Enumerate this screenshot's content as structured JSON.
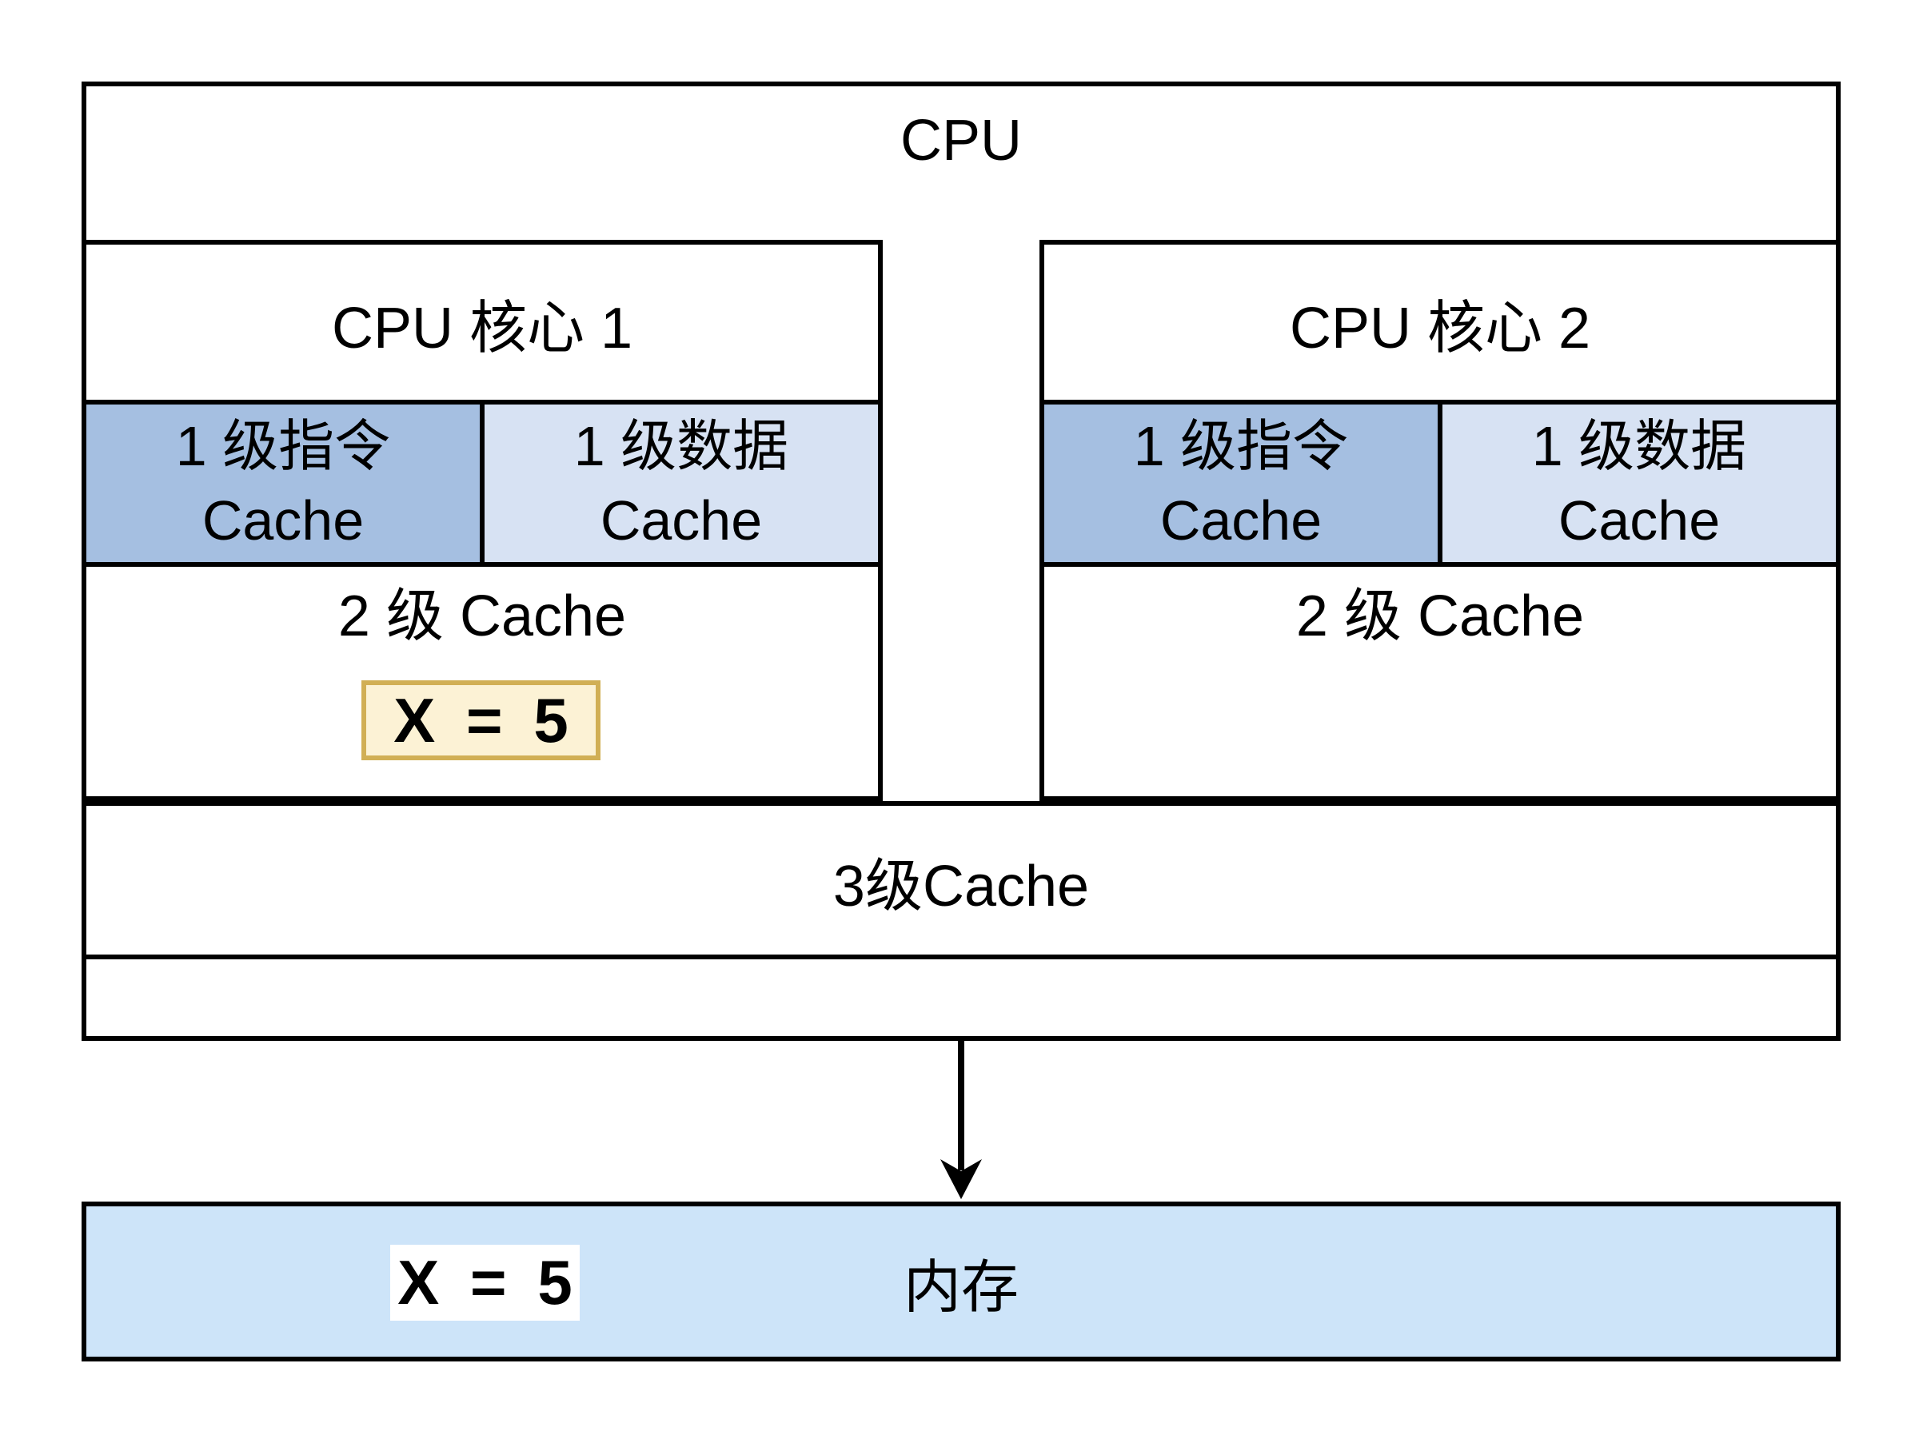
{
  "cpu": {
    "title": "CPU"
  },
  "cores": [
    {
      "name": "CPU 核心 1",
      "l1_instruction": "1 级指令\nCache",
      "l1_data": "1 级数据\nCache",
      "l2": "2 级 Cache",
      "cached_value": "X = 5"
    },
    {
      "name": "CPU 核心 2",
      "l1_instruction": "1 级指令\nCache",
      "l1_data": "1 级数据\nCache",
      "l2": "2 级 Cache"
    }
  ],
  "l3_label": "3级Cache",
  "memory": {
    "label": "内存",
    "value": "X = 5"
  },
  "colors": {
    "l1_instruction_bg": "#a5bfe1",
    "l1_data_bg": "#d7e2f3",
    "memory_bg": "#cde4f9",
    "highlight_bg": "#fcf2d5",
    "highlight_border": "#d1af55",
    "outline": "#000000"
  }
}
